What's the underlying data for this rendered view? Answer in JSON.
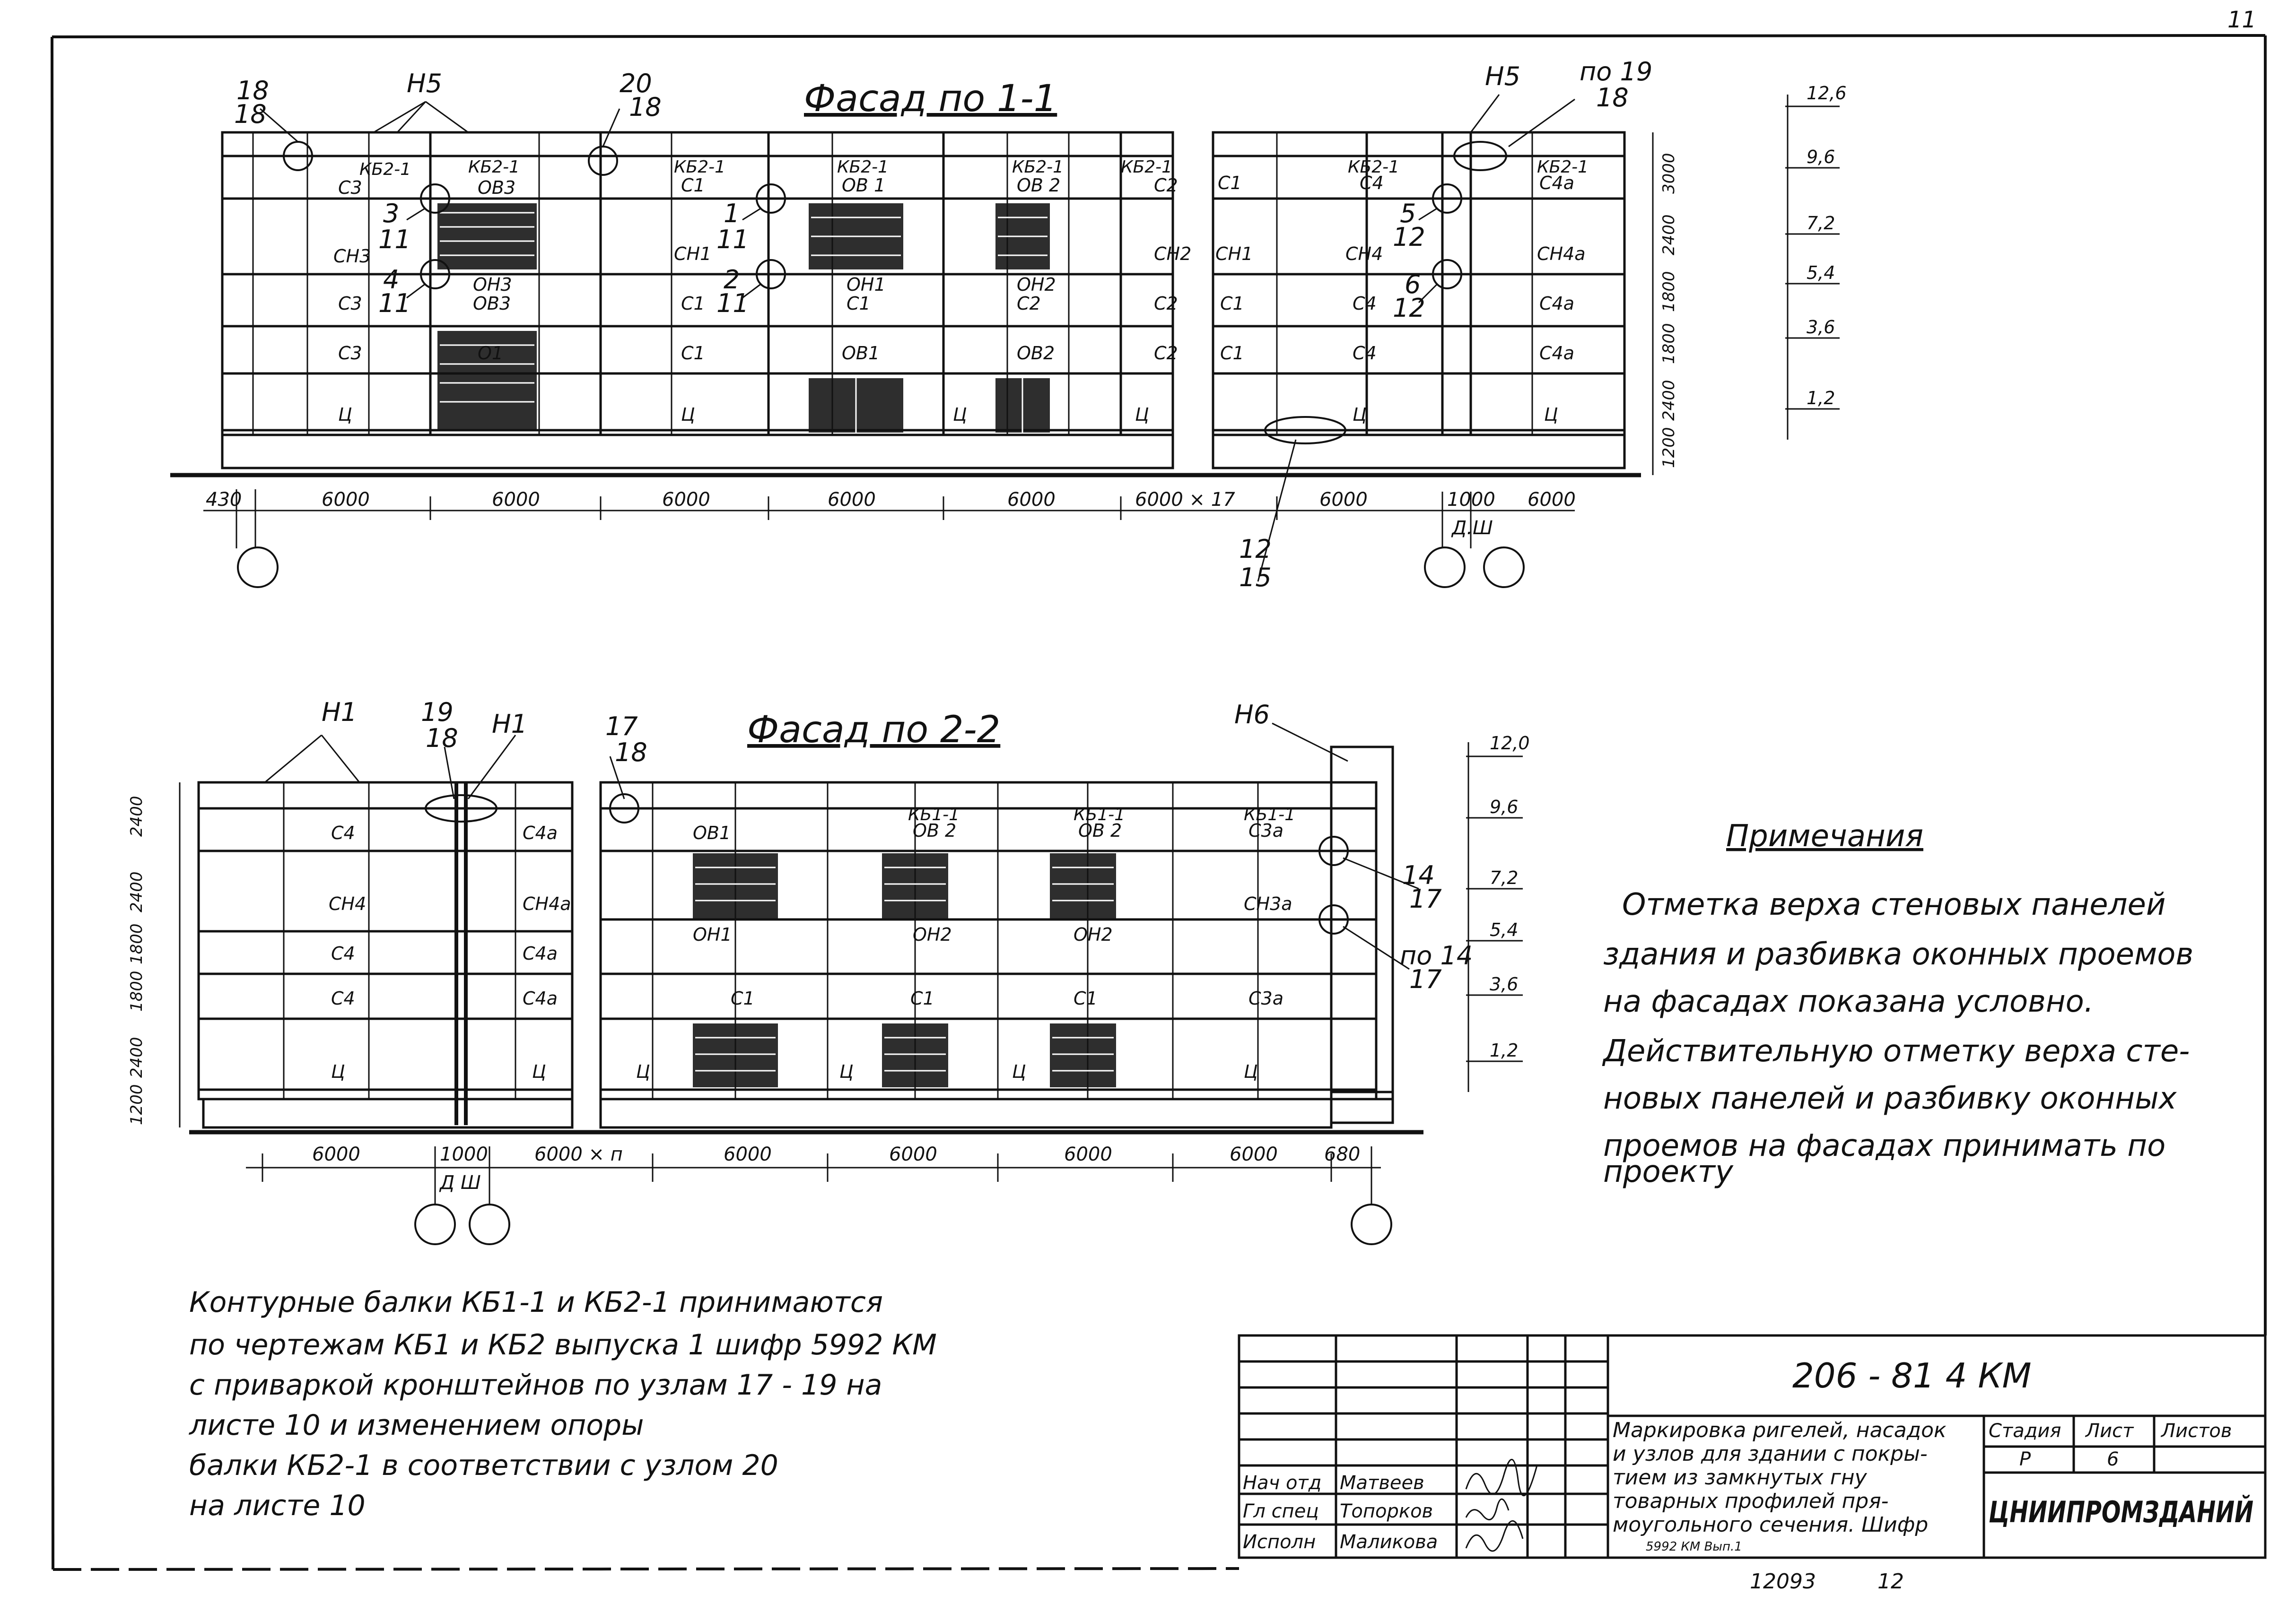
{
  "page_number": "11",
  "facade1": {
    "title": "Фасад по 1-1",
    "callouts": {
      "c18": [
        "18",
        "18"
      ],
      "c20": [
        "20",
        "18"
      ],
      "c19": [
        "по 19",
        "18"
      ],
      "c3": [
        "3",
        "11"
      ],
      "c4": [
        "4",
        "11"
      ],
      "c1": [
        "1",
        "11"
      ],
      "c2": [
        "2",
        "11"
      ],
      "c5": [
        "5",
        "12"
      ],
      "c6": [
        "6",
        "12"
      ],
      "c12": [
        "12",
        "15"
      ]
    },
    "n5a": "Н5",
    "n5b": "Н5",
    "top_beams": [
      "КБ2-1",
      "КБ2-1",
      "КБ2-1",
      "КБ2-1",
      "КБ2-1",
      "КБ2-1",
      "КБ2-1",
      "КБ2-1"
    ],
    "row1": [
      "С3",
      "ОВ3",
      "С1",
      "ОВ 1",
      "ОВ 2",
      "С2",
      "С1",
      "С4",
      "С4а"
    ],
    "row2": [
      "СН3",
      "СН1",
      "СН2",
      "СН1",
      "СН4",
      "СН4а"
    ],
    "row3": [
      "С3",
      "ОН3",
      "ОВ3",
      "С1",
      "ОН1",
      "С1",
      "ОН2",
      "С2",
      "С2",
      "С1",
      "С4",
      "С4а"
    ],
    "row4": [
      "С3",
      "О1",
      "С1",
      "ОВ1",
      "ОВ2",
      "С2",
      "С1",
      "С4",
      "С4а"
    ],
    "row5": [
      "Ц",
      "Ц",
      "Ц",
      "Ц",
      "Ц",
      "Ц"
    ],
    "dims": [
      "430",
      "6000",
      "6000",
      "6000",
      "6000",
      "6000",
      "6000 × 17",
      "6000",
      "1000",
      "6000"
    ],
    "dsh": "Д.Ш",
    "side_dims": [
      "3000",
      "2400",
      "1800",
      "1800",
      "2400",
      "1200"
    ],
    "levels": [
      "12,6",
      "9,6",
      "7,2",
      "5,4",
      "3,6",
      "1,2"
    ]
  },
  "facade2": {
    "title": "Фасад по 2-2",
    "callouts": {
      "c19": [
        "19",
        "18"
      ],
      "c17": [
        "17",
        "18"
      ],
      "c14": [
        "14",
        "17"
      ],
      "c14b": [
        "по 14",
        "17"
      ]
    },
    "n1a": "Н1",
    "n1b": "Н1",
    "n6": "Н6",
    "top_beams": [
      "КБ1-1",
      "КБ1-1",
      "КБ1-1"
    ],
    "row1": [
      "С4",
      "С4а",
      "ОВ1",
      "ОВ 2",
      "ОВ 2",
      "С3а"
    ],
    "row2": [
      "СН4",
      "СН4а",
      "СН3а"
    ],
    "row3": [
      "С4",
      "С4а",
      "ОН1",
      "ОН2",
      "ОН2"
    ],
    "row4": [
      "С4",
      "С4а",
      "С1",
      "С1",
      "С1",
      "С3а"
    ],
    "row5": [
      "Ц",
      "Ц",
      "Ц",
      "Ц",
      "Ц",
      "Ц"
    ],
    "dims": [
      "6000",
      "1000",
      "6000 × п",
      "6000",
      "6000",
      "6000",
      "6000",
      "680"
    ],
    "dsh": "Д Ш",
    "side_dims": [
      "2400",
      "2400",
      "1800",
      "1800",
      "2400",
      "1200"
    ],
    "levels": [
      "12,0",
      "9,6",
      "7,2",
      "5,4",
      "3,6",
      "1,2"
    ]
  },
  "notes": {
    "heading": "Примечания",
    "lines": [
      "Отметка верха стеновых панелей",
      "здания и разбивка оконных проемов",
      "на фасадах показана условно.",
      "Действительную отметку верха сте-",
      "новых панелей и разбивку оконных",
      "проемов на фасадах принимать по",
      "проекту"
    ]
  },
  "main_note": [
    "Контурные балки КБ1-1 и КБ2-1 принимаются",
    "по чертежам КБ1 и КБ2 выпуска 1 шифр 5992 КМ",
    "с приваркой кронштейнов по узлам 17 - 19 на",
    "листе 10 и изменением опоры",
    "балки КБ2-1 в соответствии с узлом 20",
    "на листе 10"
  ],
  "title_block": {
    "code": "206 - 81 4 КМ",
    "description": [
      "Маркировка ригелей, насадок",
      "и узлов для здании с покры-",
      "тием из замкнутых гну",
      "товарных профилей пря-",
      "моугольного сечения. Шифр"
    ],
    "desc_sub": "5992 КМ  Вып.1",
    "stage_label": "Стадия",
    "sheet_label": "Лист",
    "sheets_label": "Листов",
    "stage": "Р",
    "sheet": "6",
    "org": "ЦНИИПРОМЗДАНИЙ",
    "people": [
      {
        "role": "Нач отд",
        "name": "Матвеев"
      },
      {
        "role": "Гл спец",
        "name": "Топорков"
      },
      {
        "role": "Исполн",
        "name": "Маликова"
      }
    ],
    "bottom_number": "12093",
    "bottom_suffix": "12"
  }
}
